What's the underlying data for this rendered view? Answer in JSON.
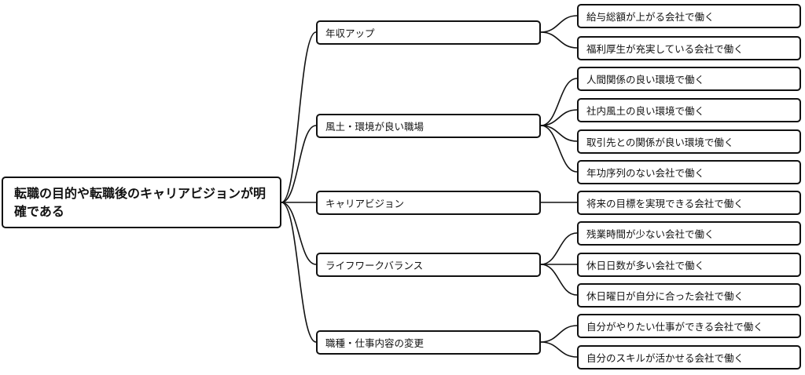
{
  "diagram": {
    "root": {
      "label": "転職の目的や転職後のキャリアビジョンが明確である"
    },
    "branches": [
      {
        "label": "年収アップ",
        "children": [
          "給与総額が上がる会社で働く",
          "福利厚生が充実している会社で働く"
        ]
      },
      {
        "label": "風土・環境が良い職場",
        "children": [
          "人間関係の良い環境で働く",
          "社内風土の良い環境で働く",
          "取引先との関係が良い環境で働く",
          "年功序列のない会社で働く"
        ]
      },
      {
        "label": "キャリアビジョン",
        "children": [
          "将来の目標を実現できる会社で働く"
        ]
      },
      {
        "label": "ライフワークバランス",
        "children": [
          "残業時間が少ない会社で働く",
          "休日日数が多い会社で働く",
          "休日曜日が自分に合った会社で働く"
        ]
      },
      {
        "label": "職種・仕事内容の変更",
        "children": [
          "自分がやりたい仕事ができる会社で働く",
          "自分のスキルが活かせる会社で働く"
        ]
      }
    ]
  }
}
